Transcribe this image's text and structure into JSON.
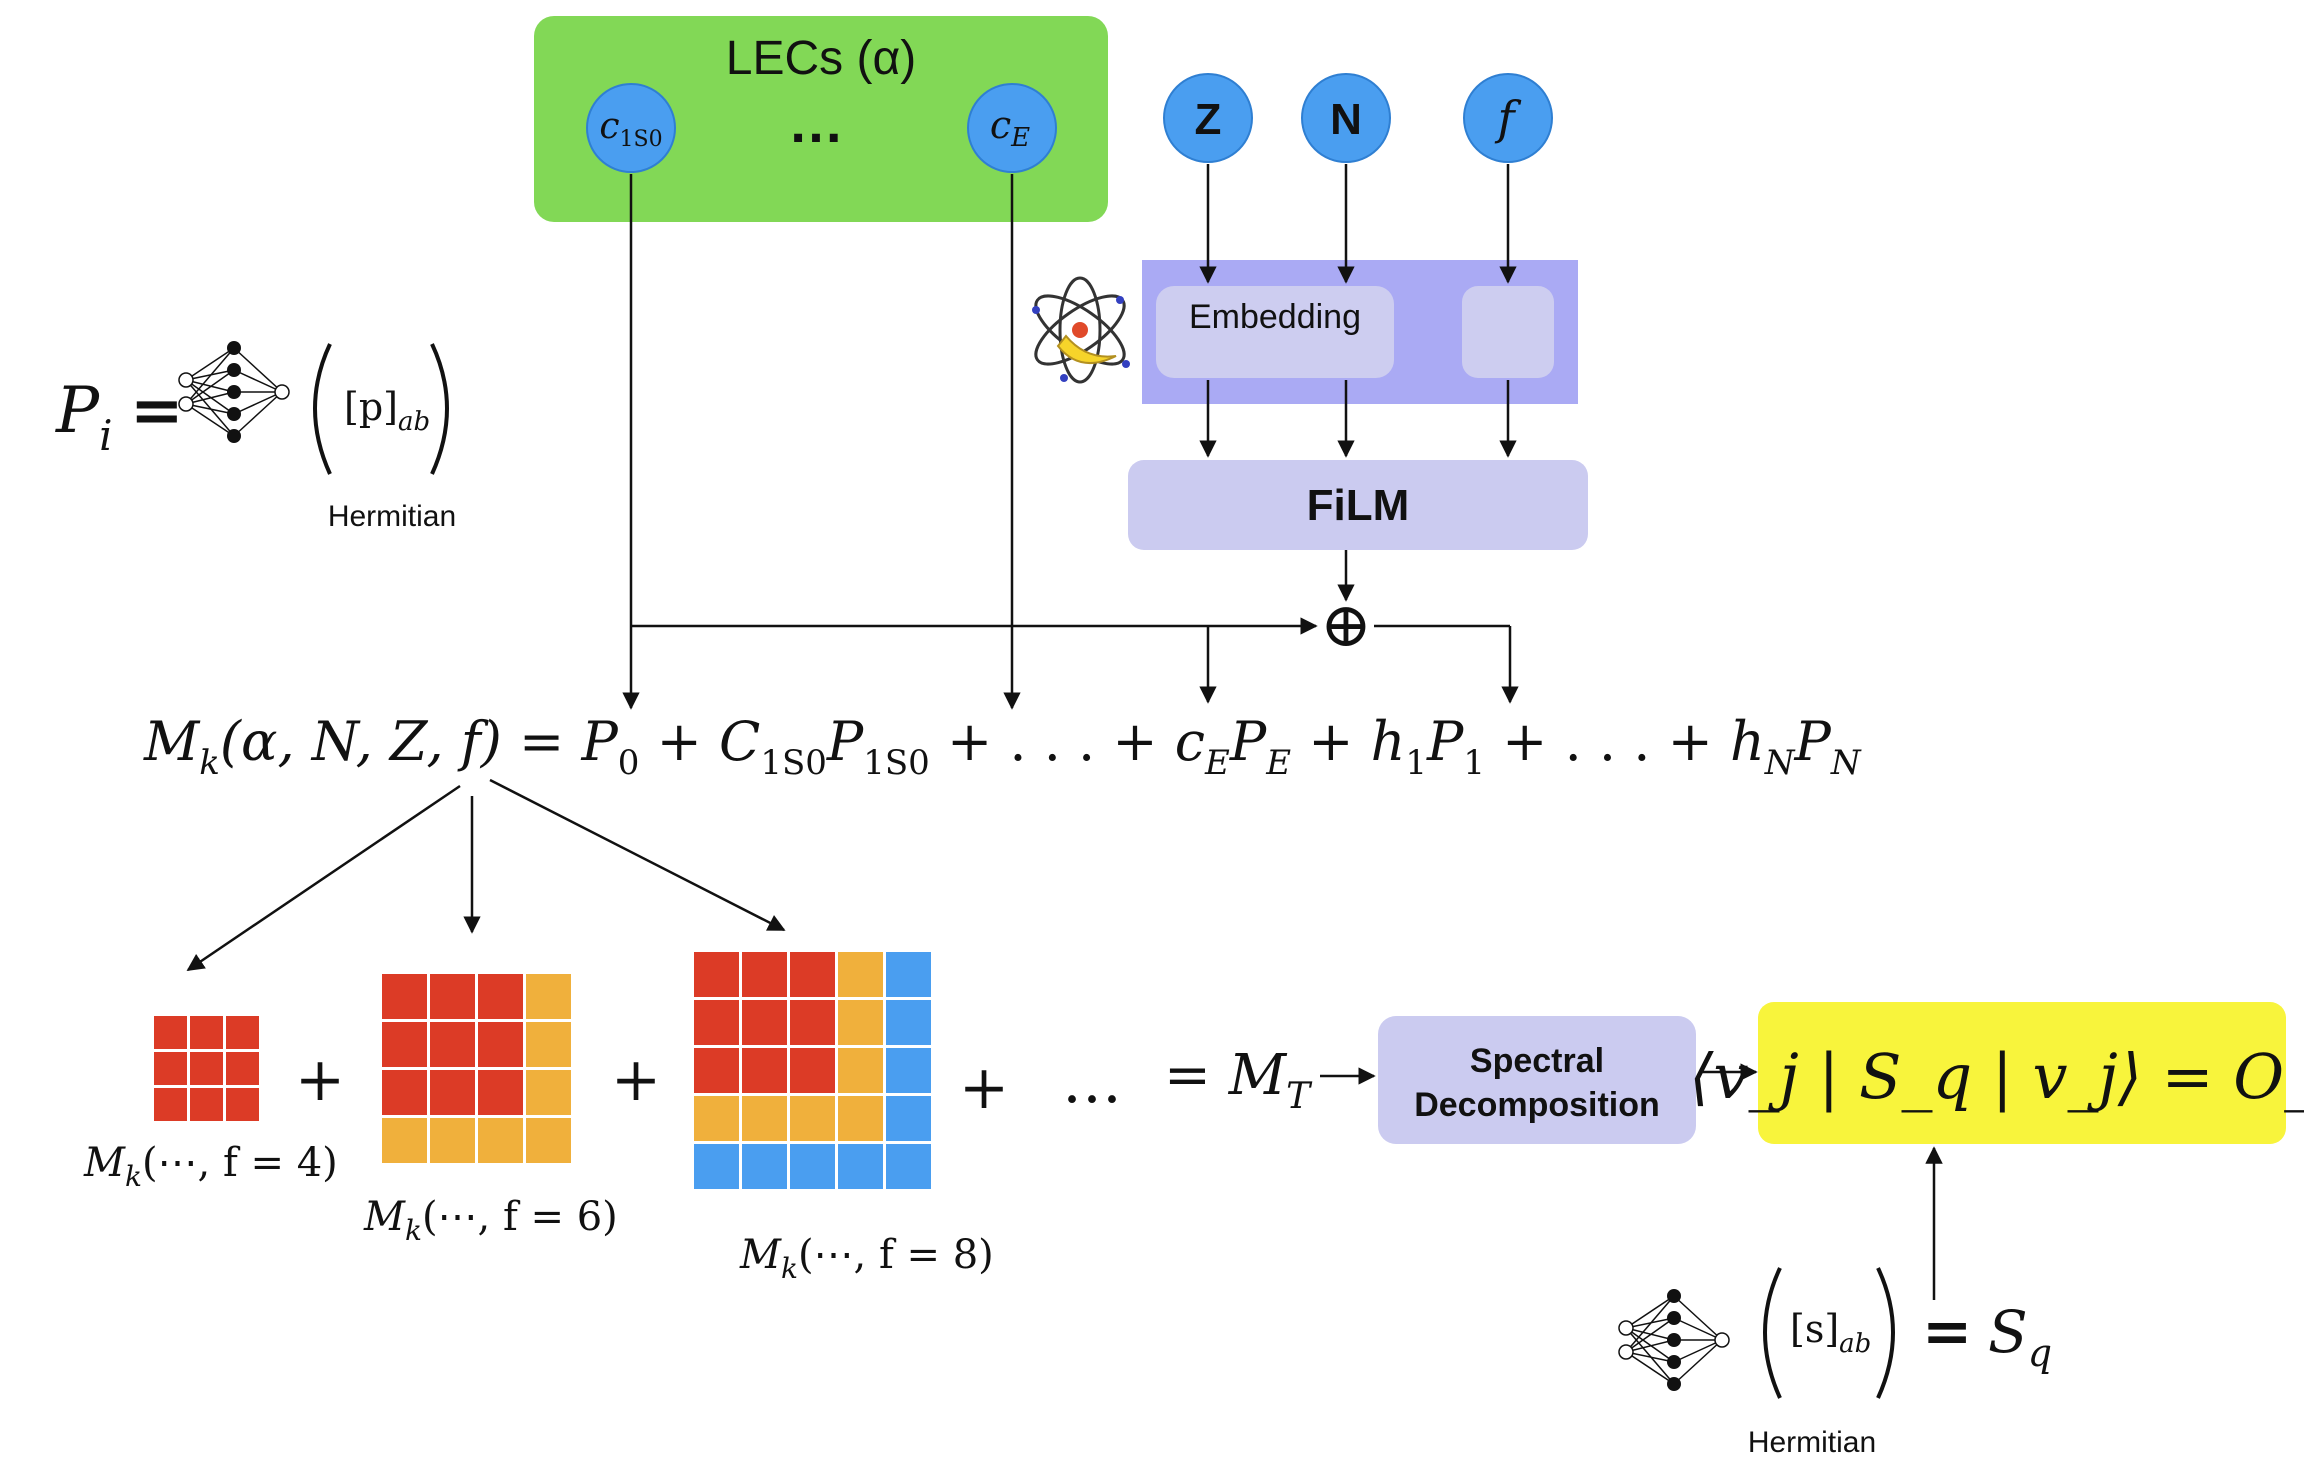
{
  "lecs": {
    "title": "LECs (α)",
    "first_label": "c",
    "first_sub": "1S0",
    "dots": "…",
    "last_label": "c",
    "last_sub": "E"
  },
  "inputs": {
    "z": "Z",
    "n": "N",
    "f": "f"
  },
  "embedding": {
    "label": "Embedding"
  },
  "film": {
    "label": "FiLM"
  },
  "oplus": "⊕",
  "pi_formula": {
    "lhs": "P",
    "lhs_sub": "i",
    "equals": "=",
    "matrix": "[p]",
    "matrix_sub": "ab",
    "note": "Hermitian"
  },
  "main_equation": {
    "lhs": "M",
    "lhs_sub": "k",
    "args": "(α, N, Z, f) = ",
    "p0": "P",
    "p0_sub": "0",
    "plus1": " + ",
    "c1": "C",
    "c1_sub": "1S0",
    "p1s0": "P",
    "p1s0_sub": "1S0",
    "plus2": " + . . . + ",
    "ce": "c",
    "ce_sub": "E",
    "pe": "P",
    "pe_sub": "E",
    "plus3": " + ",
    "h1": "h",
    "h1_sub": "1",
    "p1": "P",
    "p1_sub": "1",
    "plus4": " + . . . + ",
    "hn": "h",
    "hn_sub": "N",
    "pn": "P",
    "pn_sub": "N"
  },
  "matrices": [
    {
      "size": 3,
      "red": 3,
      "orange": 0,
      "blue": 0,
      "label_pre": "M",
      "label_sub": "k",
      "label_post": "(⋯, f = 4)"
    },
    {
      "size": 4,
      "red": 3,
      "orange": 1,
      "blue": 0,
      "label_pre": "M",
      "label_sub": "k",
      "label_post": "(⋯, f = 6)"
    },
    {
      "size": 5,
      "red": 3,
      "orange": 1,
      "blue": 1,
      "label_pre": "M",
      "label_sub": "k",
      "label_post": "(⋯, f = 8)"
    }
  ],
  "plus_signs": [
    "+",
    "+",
    "+"
  ],
  "ellipsis": "…",
  "mt": {
    "equals": "= ",
    "label": "M",
    "sub": "T"
  },
  "spectral": {
    "line1": "Spectral",
    "line2": "Decomposition"
  },
  "observable": {
    "text": "⟨v_j | S_q | v_j⟩ = O_q"
  },
  "sq_formula": {
    "matrix": "[s]",
    "matrix_sub": "ab",
    "equals": "=",
    "rhs": "S",
    "rhs_sub": "q",
    "note": "Hermitian"
  },
  "colors": {
    "lec_box": "#82d856",
    "node_blue": "#4a9ef0",
    "node_stroke": "#2f7fd2",
    "embed_panel": "#aaaaf4",
    "embed_box": "#cdcdf0",
    "film_box": "#cbcbf0",
    "spectral_box": "#cbcbf0",
    "observable_box": "#f8f43c",
    "cell_red": "#dc3b26",
    "cell_orange": "#f0b03c",
    "cell_blue": "#4a9ef0"
  }
}
